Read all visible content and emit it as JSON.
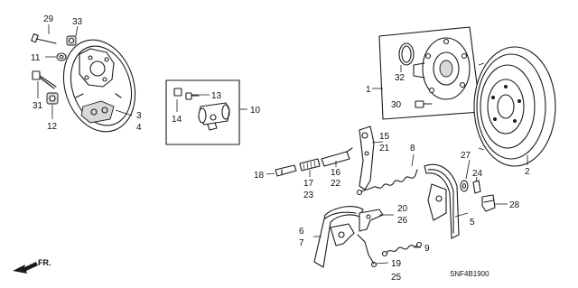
{
  "diagram": {
    "callouts": {
      "c1": "1",
      "c2": "2",
      "c3": "3",
      "c4": "4",
      "c5": "5",
      "c6": "6",
      "c7": "7",
      "c8": "8",
      "c9": "9",
      "c10": "10",
      "c11": "11",
      "c12": "12",
      "c13": "13",
      "c14": "14",
      "c15": "15",
      "c16": "16",
      "c17": "17",
      "c18": "18",
      "c19": "19",
      "c20": "20",
      "c21": "21",
      "c22": "22",
      "c23": "23",
      "c24": "24",
      "c25": "25",
      "c26": "26",
      "c27": "27",
      "c28": "28",
      "c29": "29",
      "c30": "30",
      "c31": "31",
      "c32": "32",
      "c33": "33"
    },
    "direction_label": "FR.",
    "diagram_code": "SNF4B1900"
  }
}
